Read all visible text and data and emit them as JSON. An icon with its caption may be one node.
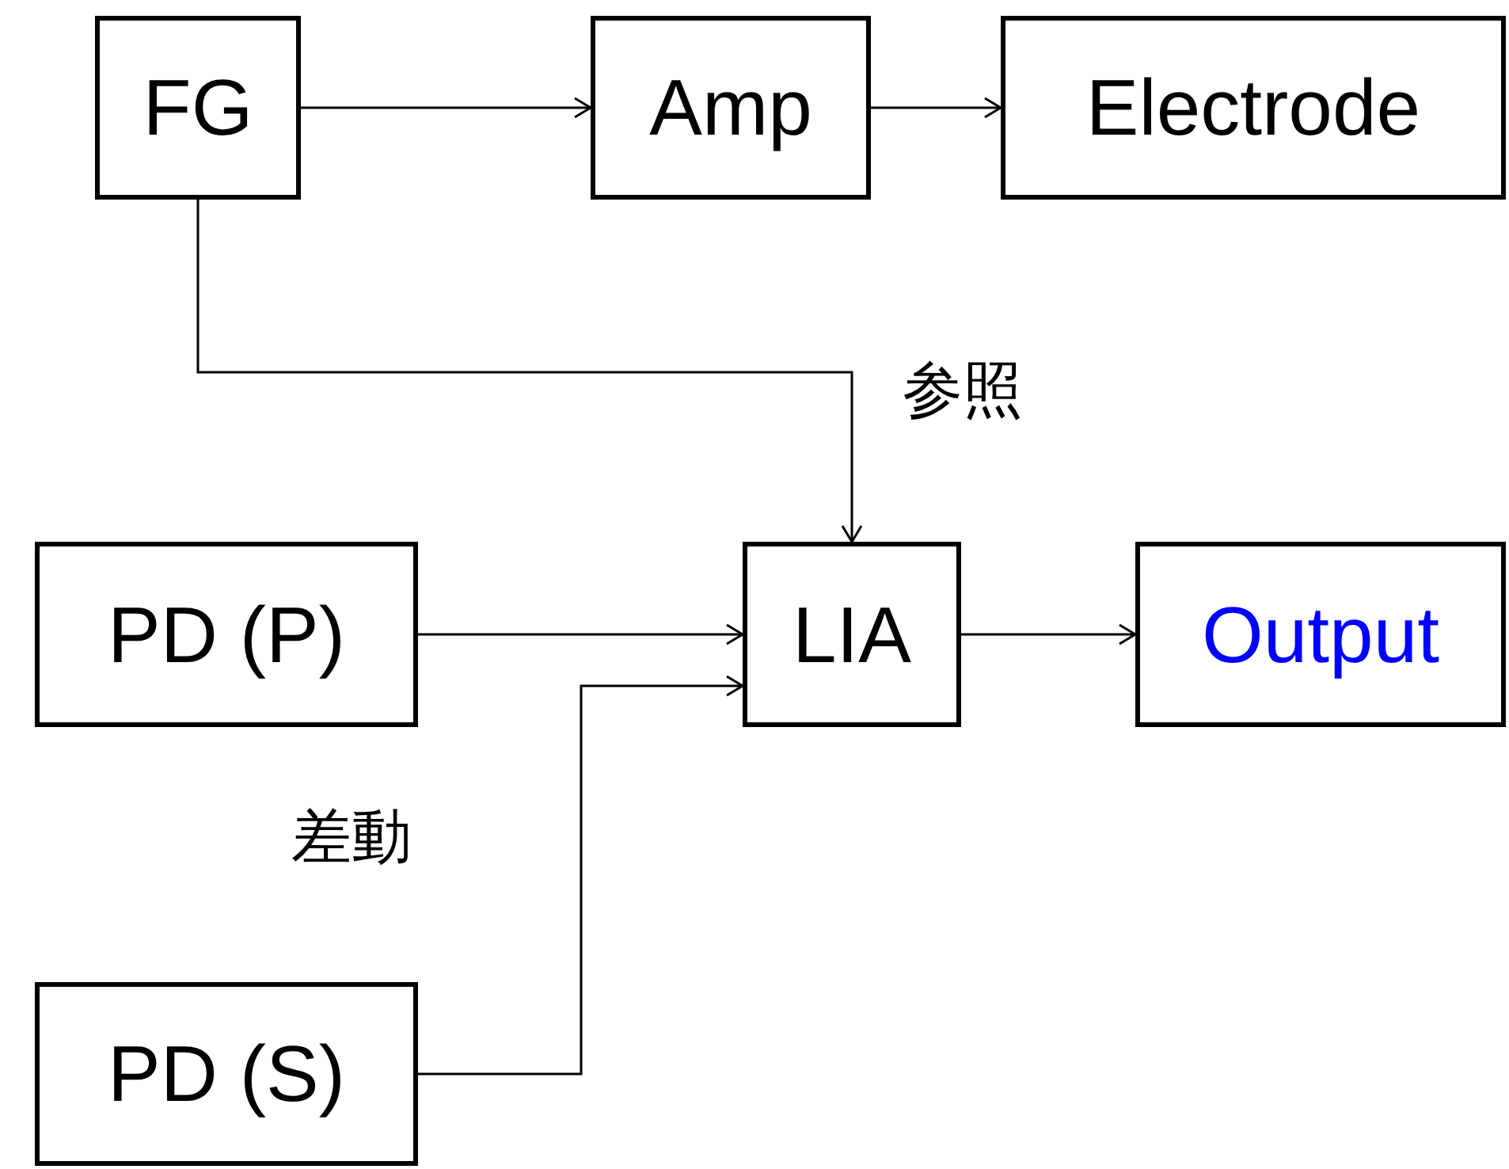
{
  "diagram": {
    "nodes": [
      {
        "text": [
          "FG"
        ]
      },
      {
        "text": [
          "Amp"
        ]
      },
      {
        "text": [
          "Electrode"
        ]
      },
      {
        "text": [
          "PD (P)"
        ]
      },
      {
        "text": [
          "LIA"
        ]
      },
      {
        "text": [
          "Output"
        ]
      },
      {
        "text": [
          "PD (S)"
        ]
      }
    ],
    "edges": [
      {
        "from": 0,
        "to": 1,
        "arrow": "to"
      },
      {
        "from": 1,
        "to": 2,
        "arrow": "to"
      },
      {
        "from": 0,
        "to": 4,
        "arrow": "to",
        "label": "参照"
      },
      {
        "from": 3,
        "to": 4,
        "arrow": "to"
      },
      {
        "from": 6,
        "to": 4,
        "arrow": "to",
        "label": "差動"
      },
      {
        "from": 4,
        "to": 5,
        "arrow": "to"
      }
    ]
  }
}
